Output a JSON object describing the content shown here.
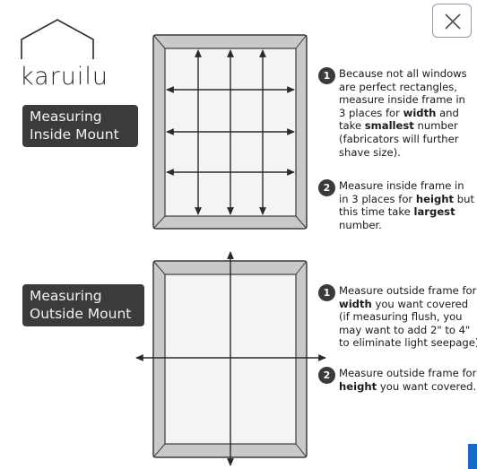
{
  "logo": {
    "text": "karuilu"
  },
  "inside": {
    "badge": [
      "Measuring",
      "Inside Mount"
    ],
    "step1": {
      "num": "1",
      "lines": [
        [
          "Because not all windows"
        ],
        [
          "are perfect rectangles,"
        ],
        [
          "measure inside frame in"
        ],
        [
          "3 places for ",
          "width",
          " and"
        ],
        [
          "take ",
          "smallest",
          " number"
        ],
        [
          "(fabricators will further"
        ],
        [
          "shave size)."
        ]
      ]
    },
    "step2": {
      "num": "2",
      "lines": [
        [
          "Measure inside frame in"
        ],
        [
          "in 3 places for ",
          "height",
          " but"
        ],
        [
          "this time take ",
          "largest"
        ],
        [
          "number."
        ]
      ]
    }
  },
  "outside": {
    "badge": [
      "Measuring",
      "Outside Mount"
    ],
    "step1": {
      "num": "1",
      "lines": [
        [
          "Measure outside frame for"
        ],
        [
          "width",
          " you want covered"
        ],
        [
          "(if measuring flush, you"
        ],
        [
          "may want to add 2\" to 4\""
        ],
        [
          "to eliminate light seepage)."
        ]
      ]
    },
    "step2": {
      "num": "2",
      "lines": [
        [
          "Measure outside frame for"
        ],
        [
          "height",
          " you want covered."
        ]
      ]
    }
  },
  "colors": {
    "frame": "#c9c9c9",
    "glass": "#f4f4f4",
    "badge": "#3b3b3b",
    "accent": "#1769c9"
  }
}
